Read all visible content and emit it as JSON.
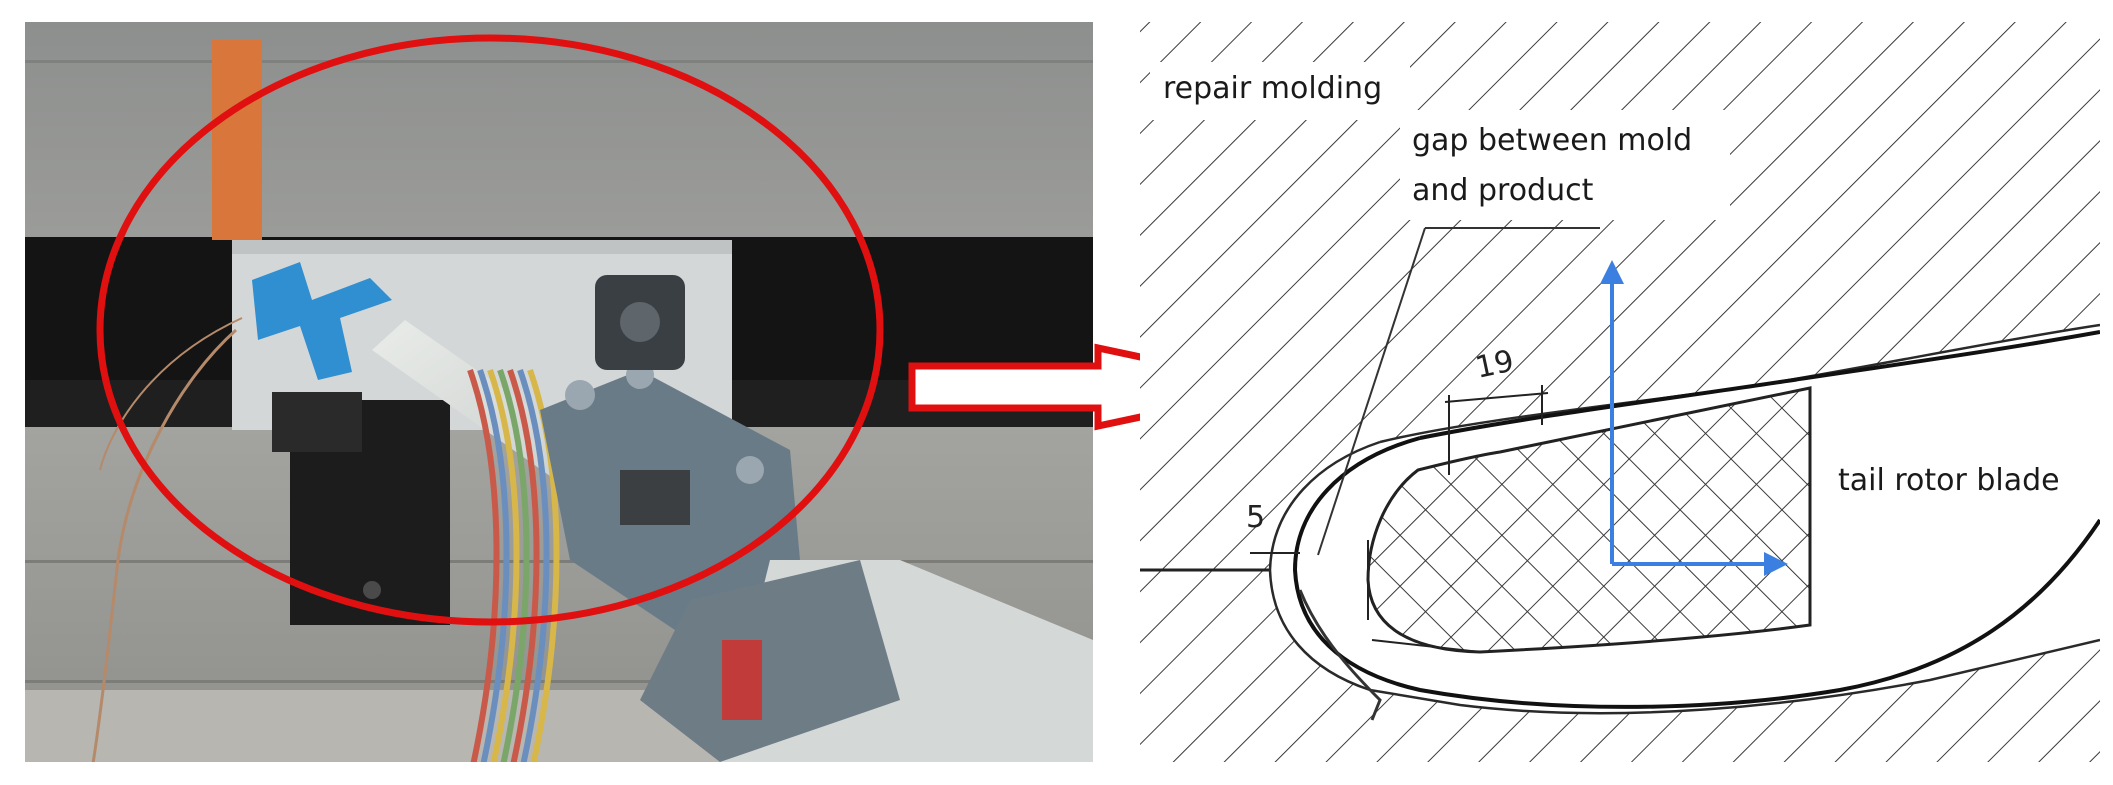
{
  "labels": {
    "repair_molding": "repair molding",
    "gap_line1": "gap between mold",
    "gap_line2": "and product",
    "tail_rotor_blade": "tail rotor blade"
  },
  "dimensions": {
    "gap_width": "19",
    "nose_gap": "5"
  },
  "colors": {
    "highlight_ellipse": "#e01010",
    "arrow": "#e01010",
    "axes": "#3b7fe0",
    "hatch": "#333333"
  },
  "icons": {
    "arrow": "right-arrow-icon"
  }
}
